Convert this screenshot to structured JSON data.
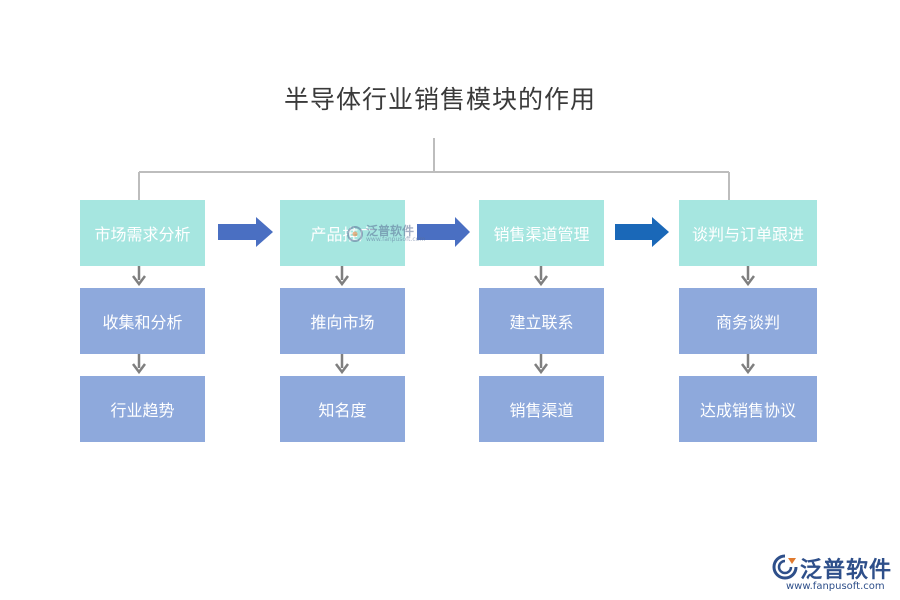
{
  "title": "半导体行业销售模块的作用",
  "columns": [
    {
      "top": "市场需求分析",
      "mid": "收集和分析",
      "bottom": "行业趋势"
    },
    {
      "top": "产品推广",
      "mid": "推向市场",
      "bottom": "知名度"
    },
    {
      "top": "销售渠道管理",
      "mid": "建立联系",
      "bottom": "销售渠道"
    },
    {
      "top": "谈判与订单跟进",
      "mid": "商务谈判",
      "bottom": "达成销售协议"
    }
  ],
  "colors": {
    "top_box": "#a6e6e0",
    "lower_box": "#8ea9dc",
    "big_arrow": "#4a6fc2",
    "big_arrow_last": "#1a68b8",
    "connector": "#bdbdbd",
    "small_arrow": "#7f7f7f"
  },
  "logo": {
    "name": "泛普软件",
    "url": "www.fanpusoft.com"
  },
  "watermark": {
    "name": "泛普软件",
    "url": "www.fanpusoft.com"
  }
}
